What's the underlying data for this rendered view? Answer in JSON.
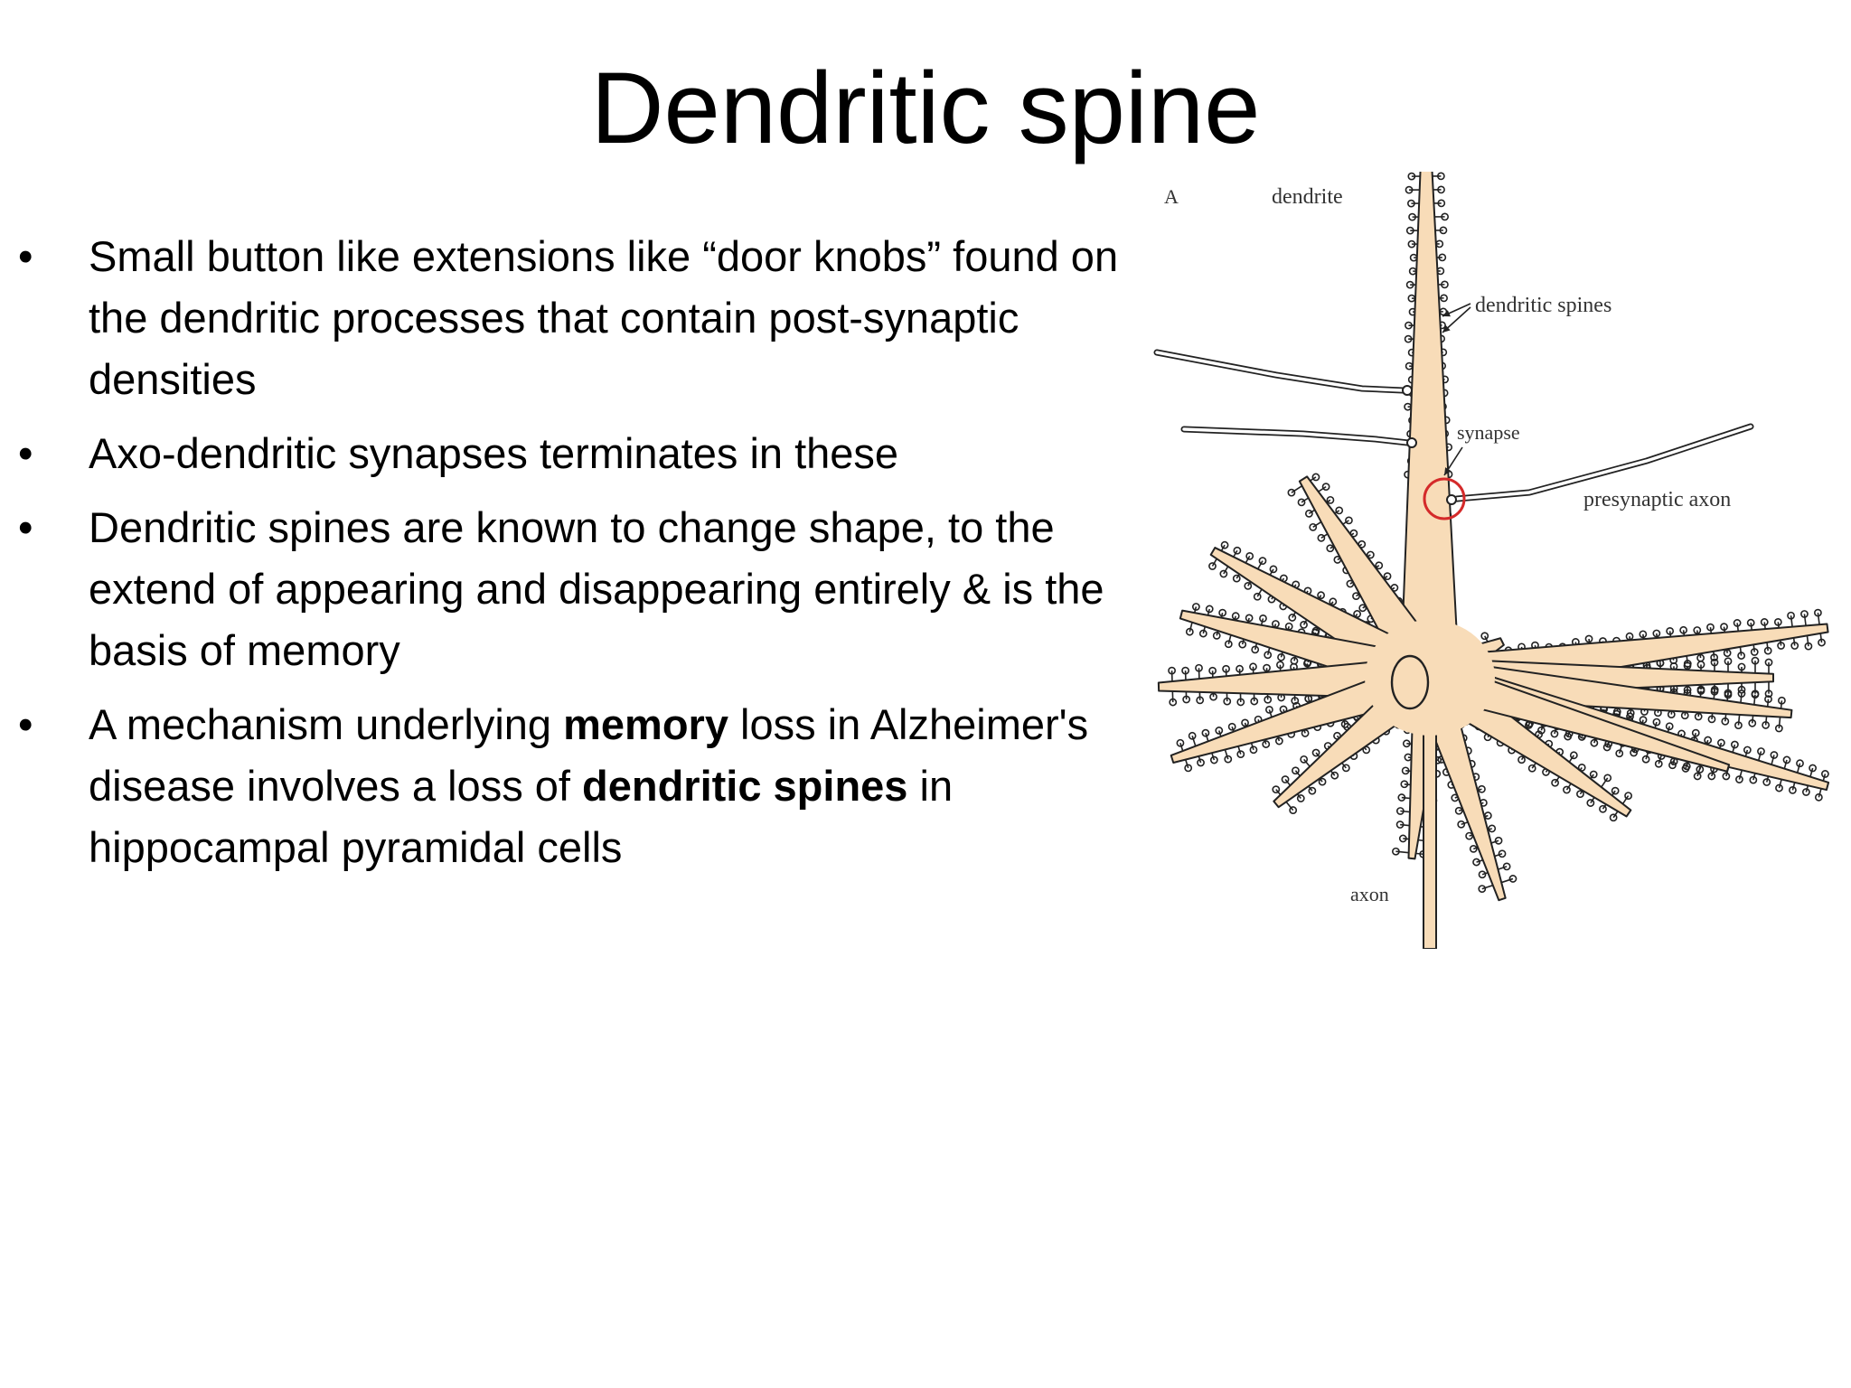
{
  "slide": {
    "title": "Dendritic spine",
    "bullets": [
      {
        "parts": [
          {
            "text": "Small button like extensions like “door knobs” found on the dendritic processes that contain post-synaptic densities",
            "bold": false
          }
        ]
      },
      {
        "parts": [
          {
            "text": "Axo-dendritic synapses terminates in these",
            "bold": false
          }
        ]
      },
      {
        "parts": [
          {
            "text": "Dendritic spines are known to change shape, to the extend of appearing and disappearing entirely & is the basis of memory",
            "bold": false
          }
        ]
      },
      {
        "parts": [
          {
            "text": "A mechanism underlying ",
            "bold": false
          },
          {
            "text": "memory",
            "bold": true
          },
          {
            "text": " loss in Alzheimer's disease involves a loss of ",
            "bold": false
          },
          {
            "text": "dendritic spines",
            "bold": true
          },
          {
            "text": " in hippocampal pyramidal cells",
            "bold": false
          }
        ]
      }
    ]
  },
  "figure": {
    "panel_letter": "A",
    "labels": {
      "dendrite": "dendrite",
      "dendritic_spines": "dendritic spines",
      "synapse": "synapse",
      "presynaptic_axon": "presynaptic axon",
      "axon": "axon"
    },
    "colors": {
      "cell_fill": "#f8dcb8",
      "outline": "#222222",
      "synapse_circle": "#d42a2a"
    }
  }
}
